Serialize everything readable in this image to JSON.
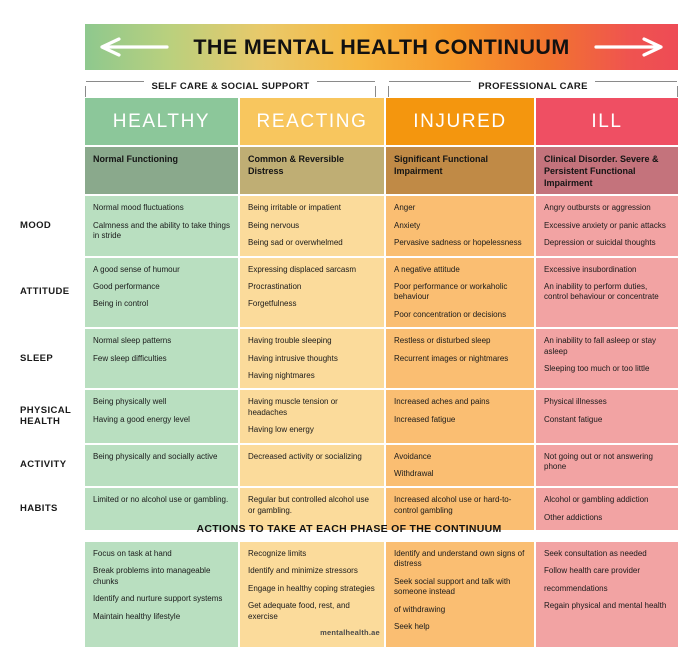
{
  "banner": {
    "title": "THE MENTAL HEALTH CONTINUUM",
    "left_arrow_name": "left-arrow-icon",
    "right_arrow_name": "right-arrow-icon",
    "gradient_from": "#8ec88e",
    "gradient_to": "#ee4b55"
  },
  "brackets": [
    {
      "label": "SELF CARE & SOCIAL SUPPORT"
    },
    {
      "label": "PROFESSIONAL CARE"
    }
  ],
  "columns": [
    {
      "title": "HEALTHY",
      "subtitle": "Normal Functioning",
      "header_color": "#8cc79a",
      "subtitle_color": "#8aa98c",
      "cell_color": "#b9dfc0",
      "action_color": "#b9dfc0"
    },
    {
      "title": "REACTING",
      "subtitle": "Common & Reversible Distress",
      "header_color": "#f8c65e",
      "subtitle_color": "#bfae74",
      "cell_color": "#fbdb9b",
      "action_color": "#fbdb9b"
    },
    {
      "title": "INJURED",
      "subtitle": "Significant Functional Impairment",
      "header_color": "#f4960e",
      "subtitle_color": "#c08a46",
      "cell_color": "#fabe72",
      "action_color": "#fabe72"
    },
    {
      "title": "ILL",
      "subtitle": "Clinical Disorder. Severe & Persistent Functional Impairment",
      "header_color": "#ef4f63",
      "subtitle_color": "#c4737c",
      "cell_color": "#f2a3a3",
      "action_color": "#f2a3a3"
    }
  ],
  "rows": [
    {
      "label": "MOOD",
      "cells": [
        [
          "Normal mood fluctuations",
          "Calmness and the ability to take things in stride"
        ],
        [
          "Being irritable or impatient",
          "Being nervous",
          "Being sad or overwhelmed"
        ],
        [
          "Anger",
          "Anxiety",
          "Pervasive sadness or hopelessness"
        ],
        [
          "Angry outbursts or aggression",
          "Excessive anxiety or panic attacks",
          "Depression or suicidal thoughts"
        ]
      ]
    },
    {
      "label": "ATTITUDE",
      "cells": [
        [
          "A good sense of humour",
          "Good performance",
          "Being in control"
        ],
        [
          "Expressing displaced sarcasm",
          "Procrastination",
          "Forgetfulness"
        ],
        [
          "A negative attitude",
          "Poor performance or workaholic behaviour",
          "Poor concentration or decisions"
        ],
        [
          "Excessive insubordination",
          "An inability to perform duties, control behaviour or concentrate"
        ]
      ]
    },
    {
      "label": "SLEEP",
      "cells": [
        [
          "Normal sleep patterns",
          "Few sleep difficulties"
        ],
        [
          "Having trouble sleeping",
          "Having intrusive thoughts",
          "Having nightmares"
        ],
        [
          "Restless or disturbed sleep",
          "Recurrent images or nightmares"
        ],
        [
          "An inability to fall asleep or stay asleep",
          "Sleeping too much or too little"
        ]
      ]
    },
    {
      "label": "PHYSICAL HEALTH",
      "cells": [
        [
          "Being physically well",
          "Having a good energy level"
        ],
        [
          "Having muscle tension or headaches",
          "Having low energy"
        ],
        [
          "Increased aches and pains",
          "Increased fatigue"
        ],
        [
          "Physical illnesses",
          "Constant fatigue"
        ]
      ]
    },
    {
      "label": "ACTIVITY",
      "cells": [
        [
          "Being physically and socially active"
        ],
        [
          "Decreased activity or socializing"
        ],
        [
          "Avoidance",
          "Withdrawal"
        ],
        [
          "Not going out or not answering phone"
        ]
      ]
    },
    {
      "label": "HABITS",
      "cells": [
        [
          "Limited or no alcohol use or gambling."
        ],
        [
          "Regular but controlled alcohol use or gambling."
        ],
        [
          "Increased alcohol use or hard-to-control gambling"
        ],
        [
          "Alcohol or gambling addiction",
          "Other addictions"
        ]
      ]
    }
  ],
  "actions": {
    "title": "ACTIONS TO TAKE AT EACH PHASE OF THE CONTINUUM",
    "cells": [
      [
        "Focus on task at hand",
        "Break problems into manageable chunks",
        "Identify and nurture support systems",
        "Maintain healthy lifestyle"
      ],
      [
        "Recognize limits",
        "Identify and minimize stressors",
        "Engage in healthy coping strategies",
        "Get adequate food, rest, and exercise"
      ],
      [
        "Identify and understand own signs of distress",
        "Seek social support and talk with someone instead",
        "of withdrawing",
        "Seek help"
      ],
      [
        "Seek consultation as needed",
        "Follow health care provider",
        "recommendations",
        "Regain physical and mental health"
      ]
    ]
  },
  "footer": {
    "attribution": "mentalhealth.ae"
  }
}
